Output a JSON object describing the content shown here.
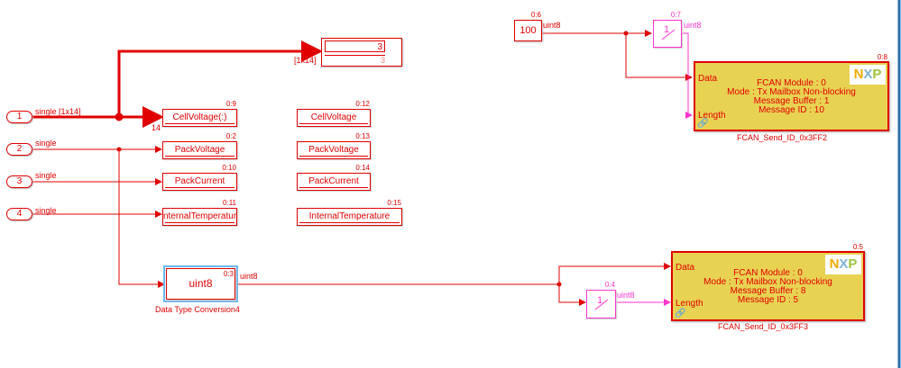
{
  "inports": [
    {
      "num": "1",
      "signal": "single [1x14]"
    },
    {
      "num": "2",
      "signal": "single"
    },
    {
      "num": "3",
      "signal": "single"
    },
    {
      "num": "4",
      "signal": "single"
    }
  ],
  "displays_left": [
    {
      "label": "CellVoltage(:)",
      "sid": "0:9"
    },
    {
      "label": "PackVoltage",
      "sid": "0:2"
    },
    {
      "label": "PackCurrent",
      "sid": "0:10"
    },
    {
      "label": "nternalTemperatur",
      "sid": "0:11"
    }
  ],
  "displays_right": [
    {
      "label": "CellVoltage",
      "sid": "0:12"
    },
    {
      "label": "PackVoltage",
      "sid": "0:13"
    },
    {
      "label": "PackCurrent",
      "sid": "0:14"
    },
    {
      "label": "InternalTemperature",
      "sid": "0:15"
    }
  ],
  "vector_display": {
    "value1": "3",
    "value2": "3",
    "dims": "[1x14]"
  },
  "width_label": "14",
  "dtc": {
    "text": "uint8",
    "sid": "0:3",
    "out_type": "uint8",
    "name": "Data Type Conversion4"
  },
  "constant": {
    "value": "100",
    "sid": "0:6",
    "out_type": "uint8"
  },
  "gain_top": {
    "text": "1",
    "sid": "0:7",
    "out_type": "uint8"
  },
  "gain_bottom": {
    "text": "1",
    "sid": "0:4",
    "out_type": "uint8"
  },
  "fcan1": {
    "sid": "0:8",
    "logo": "NXP",
    "port_data": "Data",
    "port_length": "Length",
    "lines": [
      "FCAN Module : 0",
      "Mode : Tx Mailbox Non-blocking",
      "Message Buffer : 1",
      "Message ID : 10"
    ],
    "name": "FCAN_Send_ID_0x3FF2"
  },
  "fcan2": {
    "sid": "0:5",
    "logo": "NXP",
    "port_data": "Data",
    "port_length": "Length",
    "lines": [
      "FCAN Module : 0",
      "Mode : Tx Mailbox Non-blocking",
      "Message Buffer : 8",
      "Message ID : 5"
    ],
    "name": "FCAN_Send_ID_0x3FF3"
  },
  "colors": {
    "signal": "#e00000",
    "uint8_signal": "#ff33cc",
    "fcan_fill": "#e8d252",
    "selection": "#3399ff"
  }
}
